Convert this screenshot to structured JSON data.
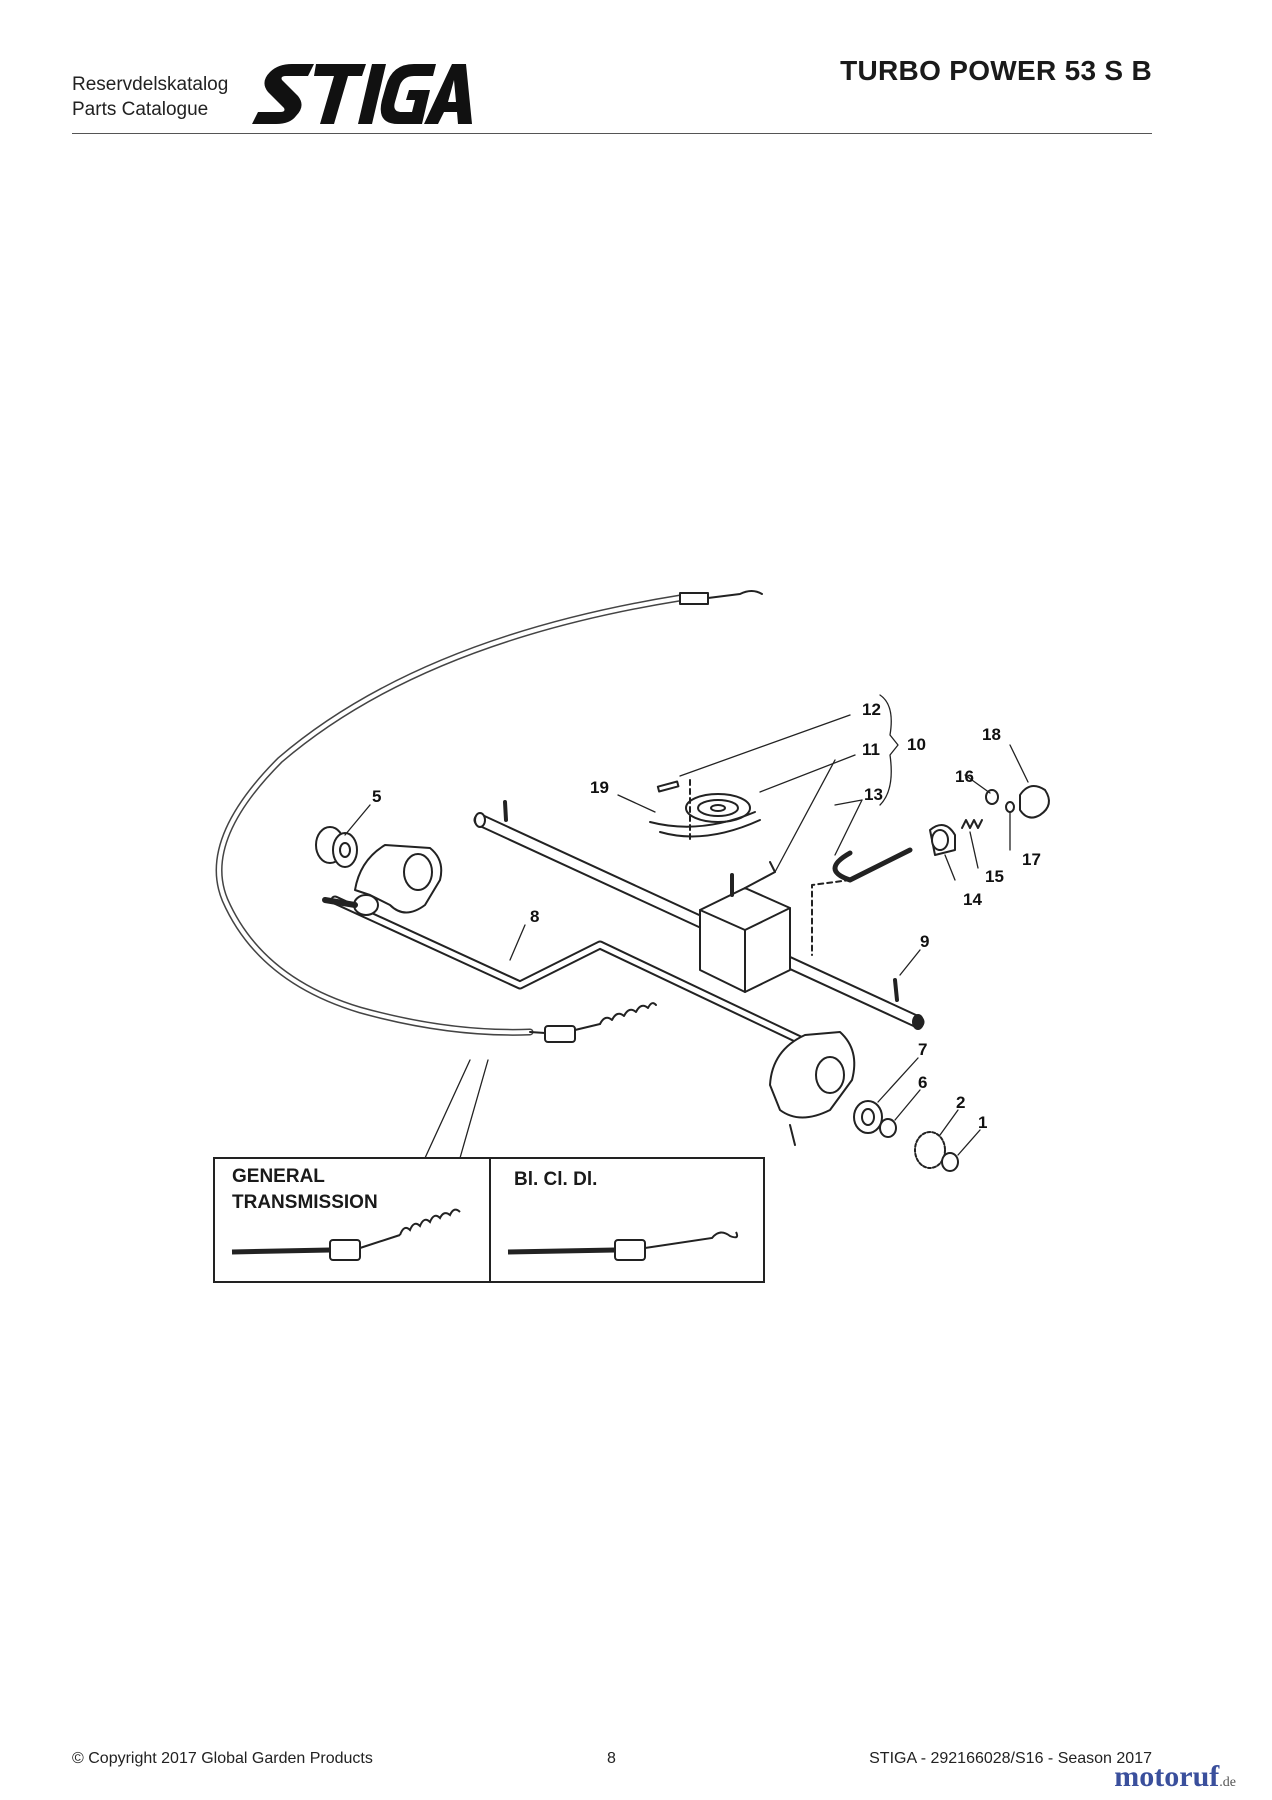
{
  "header": {
    "catalog_line1": "Reservdelskatalog",
    "catalog_line2": "Parts Catalogue",
    "brand": "STIGA",
    "model": "TURBO POWER 53 S B"
  },
  "diagram": {
    "callouts": [
      "1",
      "2",
      "5",
      "6",
      "7",
      "8",
      "9",
      "10",
      "11",
      "12",
      "13",
      "14",
      "15",
      "16",
      "17",
      "18",
      "19"
    ],
    "inset_left_title_line1": "GENERAL",
    "inset_left_title_line2": "TRANSMISSION",
    "inset_right_title": "Bl. Cl. Dl."
  },
  "footer": {
    "copyright": "© Copyright 2017 Global Garden Products",
    "page": "8",
    "doc_ref": "STIGA - 292166028/S16 - Season 2017",
    "watermark_main": "motoruf",
    "watermark_suffix": ".de"
  },
  "colors": {
    "text": "#1a1a1a",
    "line": "#222222",
    "watermark": "#3a4f9c"
  }
}
